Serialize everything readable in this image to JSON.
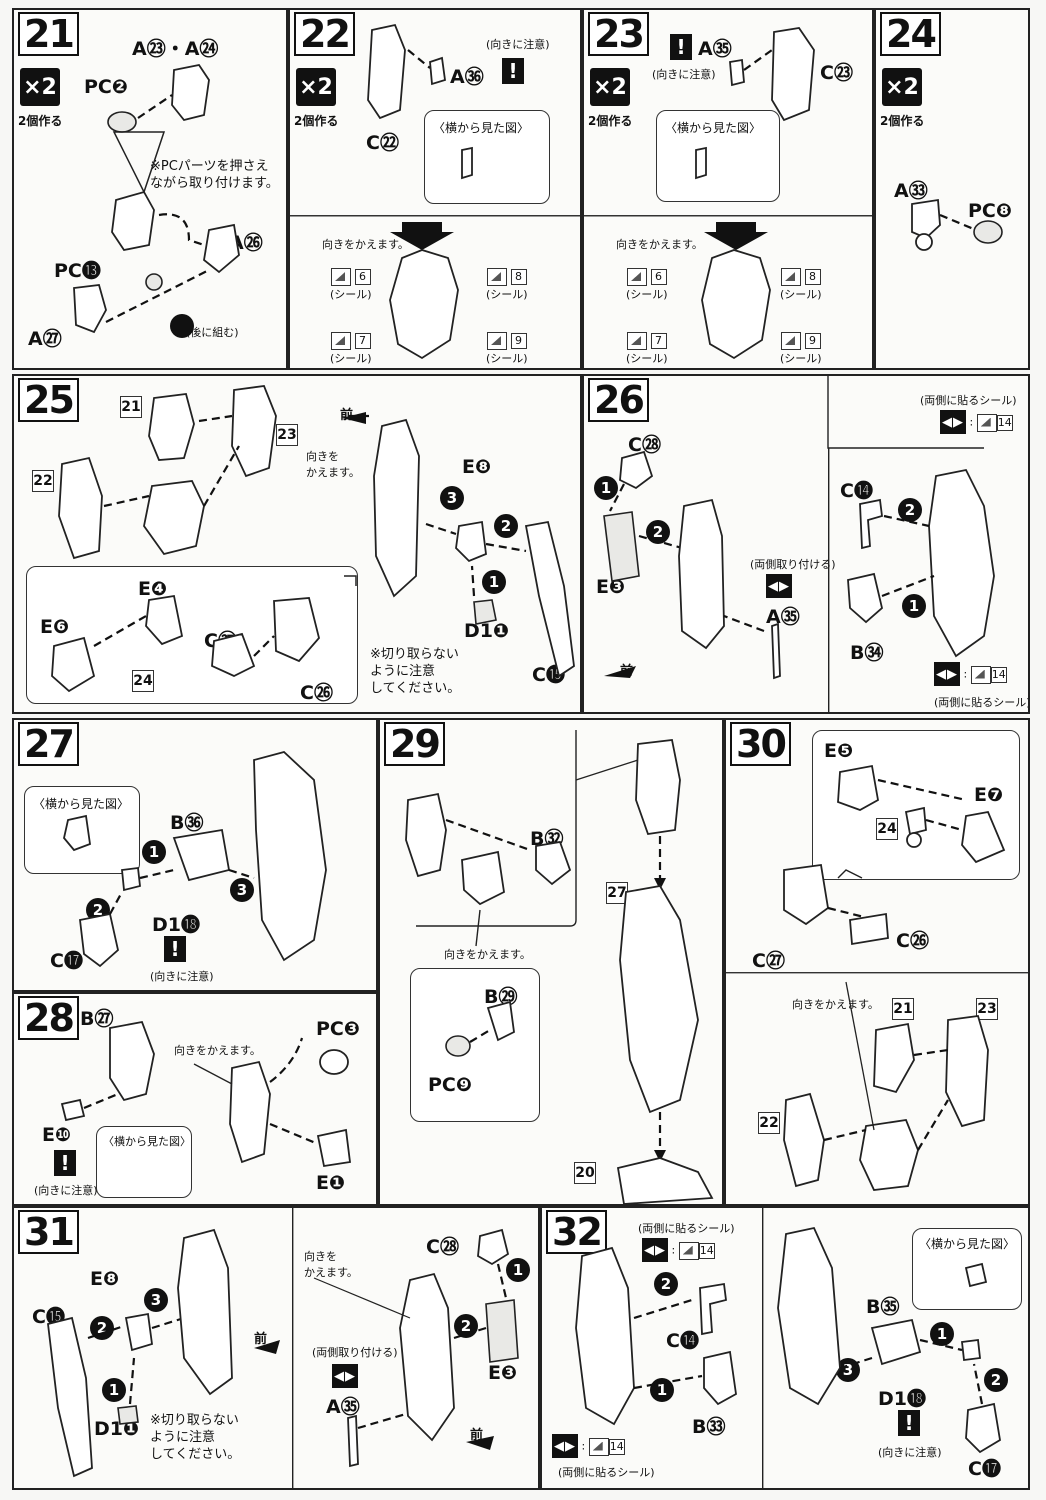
{
  "steps": {
    "s21": {
      "no": "21",
      "x2": "×2",
      "x2_caption": "2個作る",
      "parts_top": "A㉓・A㉔",
      "pc2": "PC❷",
      "note": "※PCパーツを押さえ\nながら取り付けます。",
      "a26": "A㉖",
      "pc13": "PC⓭",
      "a27": "A㉗",
      "later": "(後に組む)"
    },
    "s22": {
      "no": "22",
      "x2": "×2",
      "x2_caption": "2個作る",
      "c22": "C㉒",
      "a36": "A㊱",
      "caution": "(向きに注意)",
      "side_view": "〈横から見た図〉",
      "turn": "向きをかえます。",
      "stickers": [
        "6",
        "8",
        "7",
        "9"
      ],
      "sticker_label": "(シール)"
    },
    "s23": {
      "no": "23",
      "x2": "×2",
      "x2_caption": "2個作る",
      "a35": "A㉟",
      "caution": "(向きに注意)",
      "c23": "C㉓",
      "side_view": "〈横から見た図〉",
      "turn": "向きをかえます。",
      "stickers": [
        "6",
        "8",
        "7",
        "9"
      ],
      "sticker_label": "(シール)"
    },
    "s24": {
      "no": "24",
      "x2": "×2",
      "x2_caption": "2個作る",
      "a33": "A㉝",
      "pc8": "PC❽"
    },
    "s25": {
      "no": "25",
      "ref21": "21",
      "ref23": "23",
      "ref22": "22",
      "ref24": "24",
      "front": "前",
      "turn": "向きを\nかえます。",
      "e8": "E❽",
      "e4": "E❹",
      "e6": "E❻",
      "c27": "C㉗",
      "c26": "C㉖",
      "d1": "D1❶",
      "c15": "C⓯",
      "note": "※切り取らない\nように注意\nしてください。"
    },
    "s26": {
      "no": "26",
      "c28": "C㉘",
      "e3": "E❸",
      "both_attach": "(両側取り付ける)",
      "a35": "A㉟",
      "front": "前",
      "c14": "C⓮",
      "b34": "B㉞",
      "both_sticker": "(両側に貼るシール)",
      "sticker_no": "14"
    },
    "s27": {
      "no": "27",
      "side_view": "〈横から見た図〉",
      "b36": "B㊱",
      "d1": "D1⓲",
      "c17": "C⓱",
      "caution": "(向きに注意)"
    },
    "s28": {
      "no": "28",
      "b27": "B㉗",
      "turn": "向きをかえます。",
      "pc3": "PC❸",
      "e10": "E❿",
      "side_view": "〈横から見た図〉",
      "caution": "(向きに注意)",
      "e1": "E❶"
    },
    "s29": {
      "no": "29",
      "b32": "B㉜",
      "turn": "向きをかえます。",
      "b29": "B㉙",
      "pc9": "PC❾",
      "ref27": "27",
      "ref20": "20"
    },
    "s30": {
      "no": "30",
      "e5": "E❺",
      "e7": "E❼",
      "ref24": "24",
      "c27": "C㉗",
      "c26": "C㉖",
      "turn": "向きをかえます。",
      "ref21": "21",
      "ref23": "23",
      "ref22": "22"
    },
    "s31": {
      "no": "31",
      "e8": "E❽",
      "c15": "C⓯",
      "front": "前",
      "d1": "D1❶",
      "note": "※切り取らない\nように注意\nしてください。",
      "turn": "向きを\nかえます。",
      "c28": "C㉘",
      "both_attach": "(両側取り付ける)",
      "a35": "A㉟",
      "e3": "E❸",
      "front2": "前"
    },
    "s32": {
      "no": "32",
      "both_sticker": "(両側に貼るシール)",
      "sticker_no": "14",
      "c14": "C⓮",
      "b33": "B㉝",
      "side_view": "〈横から見た図〉",
      "b35": "B㉟",
      "d1": "D1⓲",
      "caution": "(向きに注意)",
      "c17": "C⓱"
    }
  },
  "icons": {
    "caution": "exclamation-icon",
    "both_sides": "both-sides-icon",
    "sticker": "sticker-icon"
  }
}
